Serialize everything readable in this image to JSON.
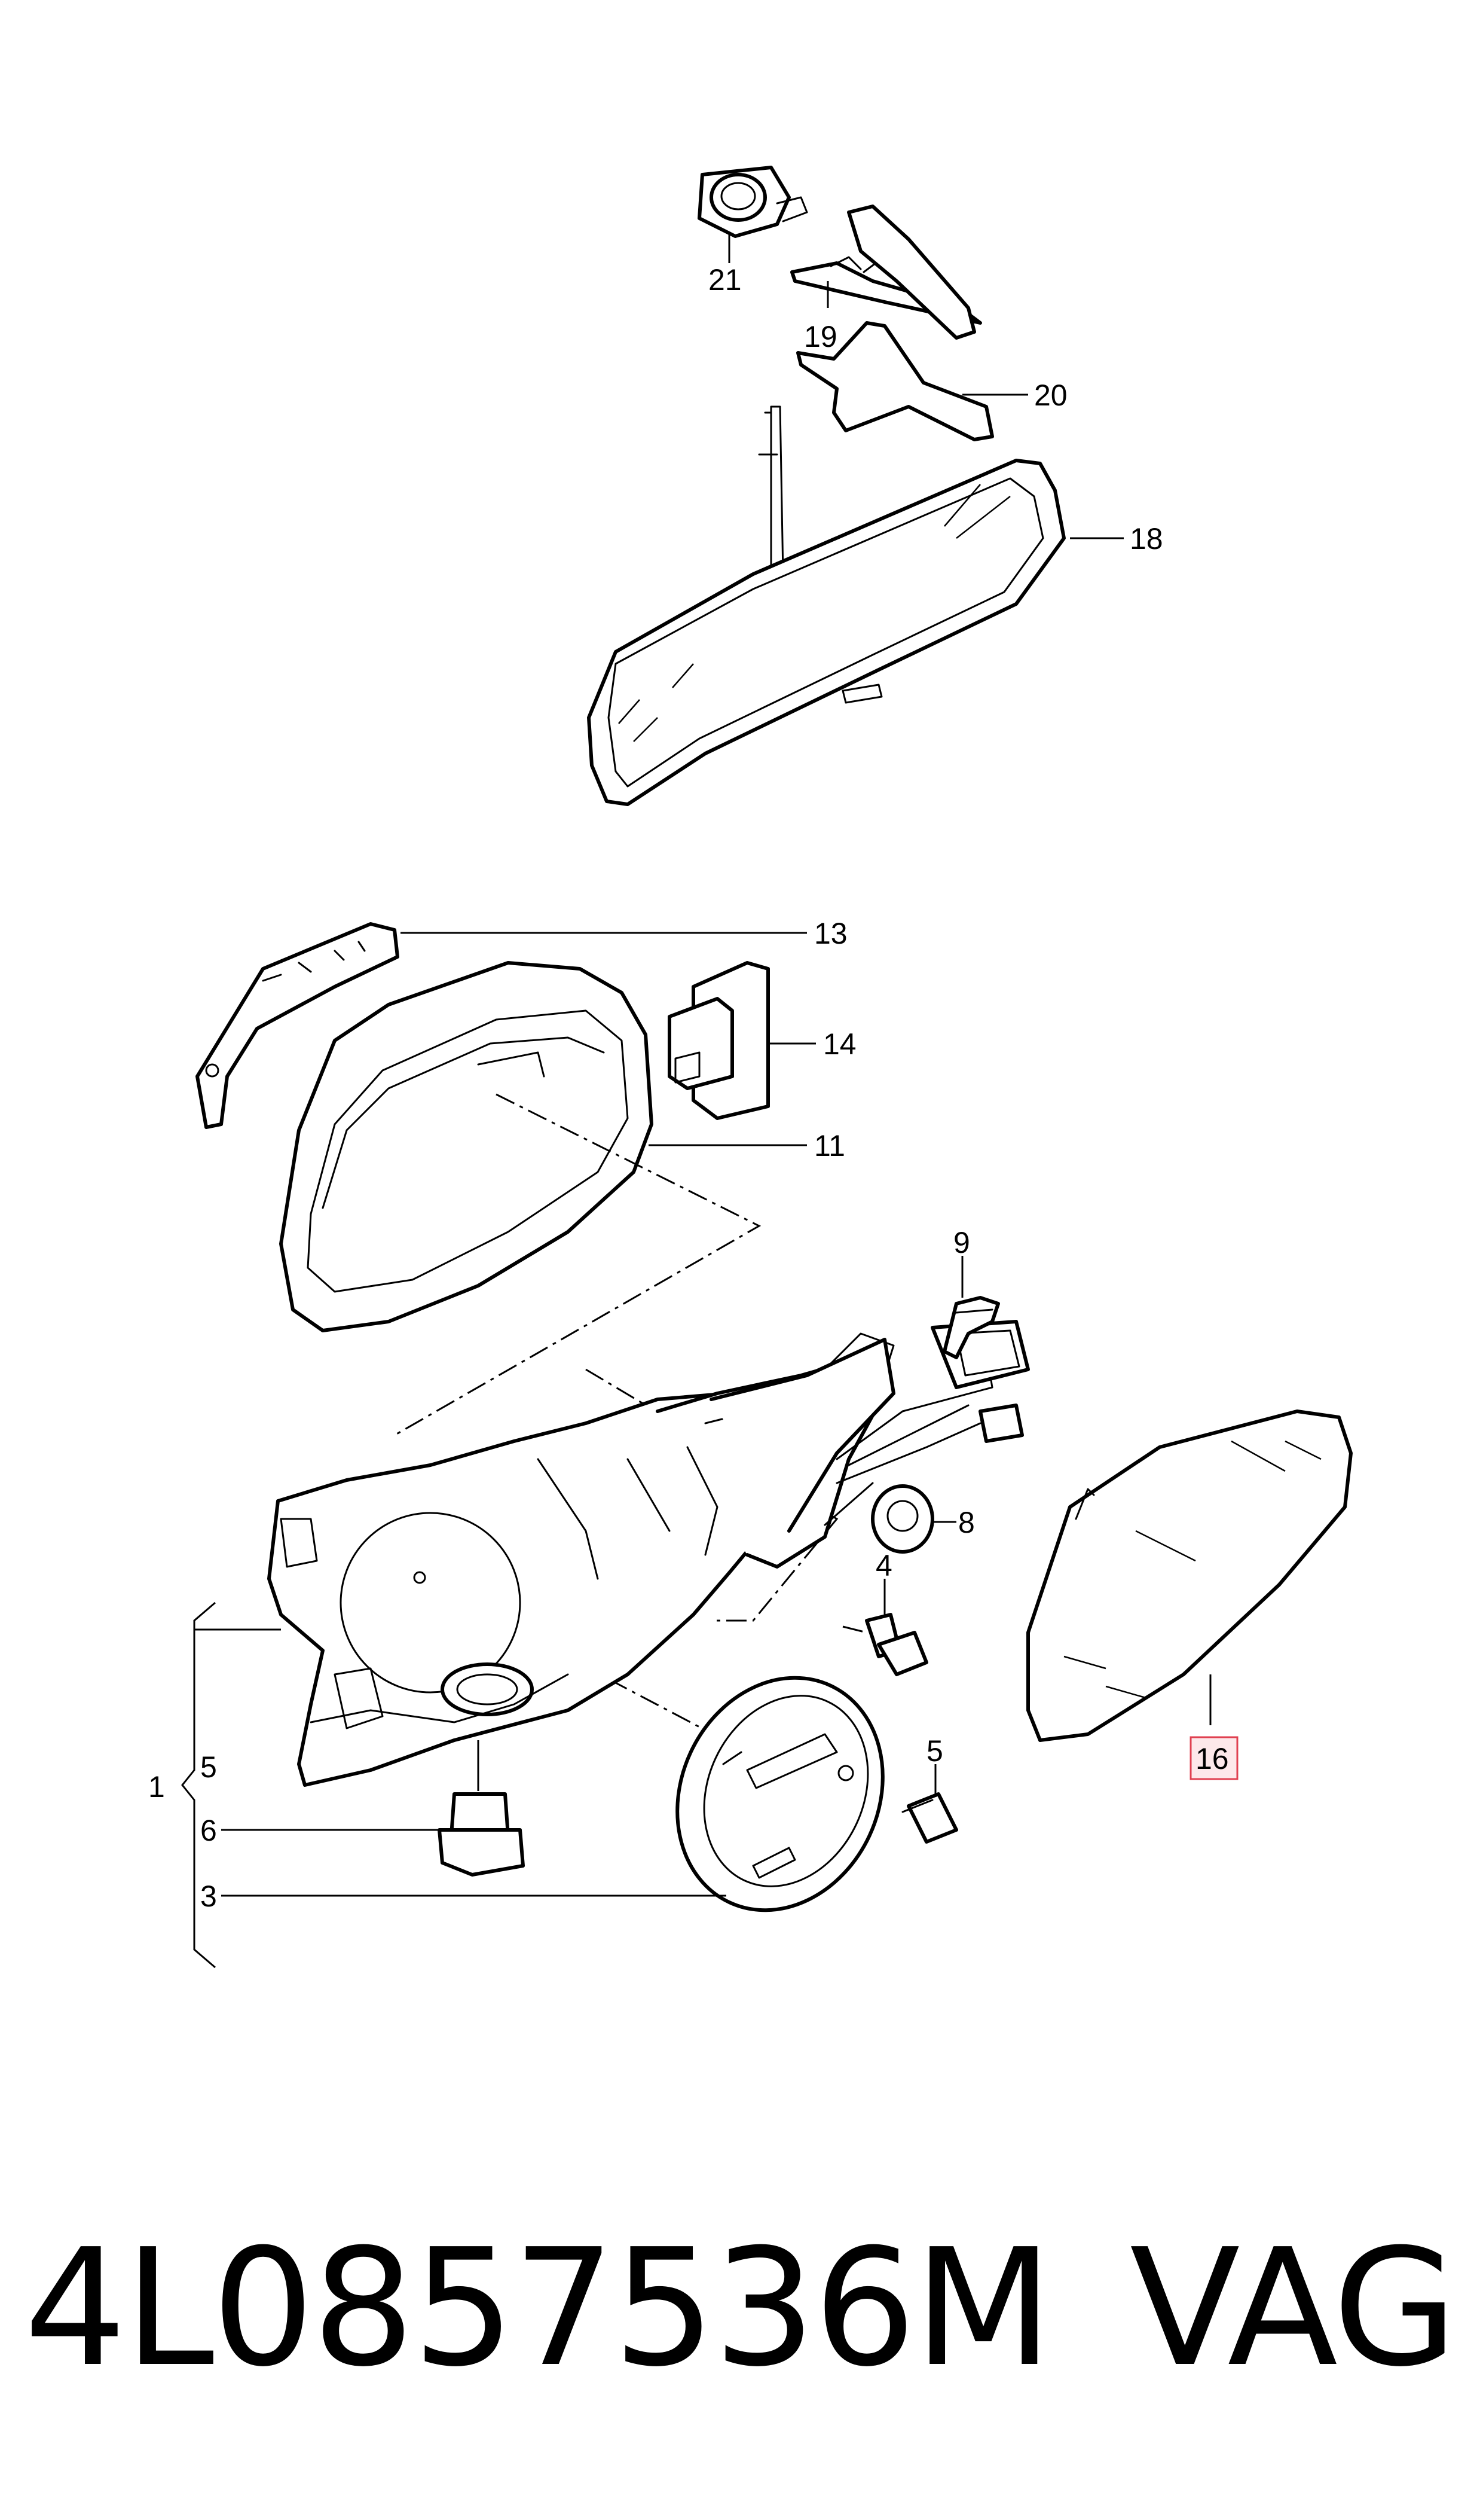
{
  "callouts": {
    "c1": "1",
    "c3": "3",
    "c4": "4",
    "c5a": "5",
    "c5b": "5",
    "c6": "6",
    "c8": "8",
    "c9": "9",
    "c11": "11",
    "c13": "13",
    "c14": "14",
    "c16": "16",
    "c18": "18",
    "c19": "19",
    "c20": "20",
    "c21": "21"
  },
  "highlighted_callout": "16",
  "highlight_color": "#e04050",
  "footer": {
    "part_number": "4L0857536M",
    "brand": "VAG"
  }
}
